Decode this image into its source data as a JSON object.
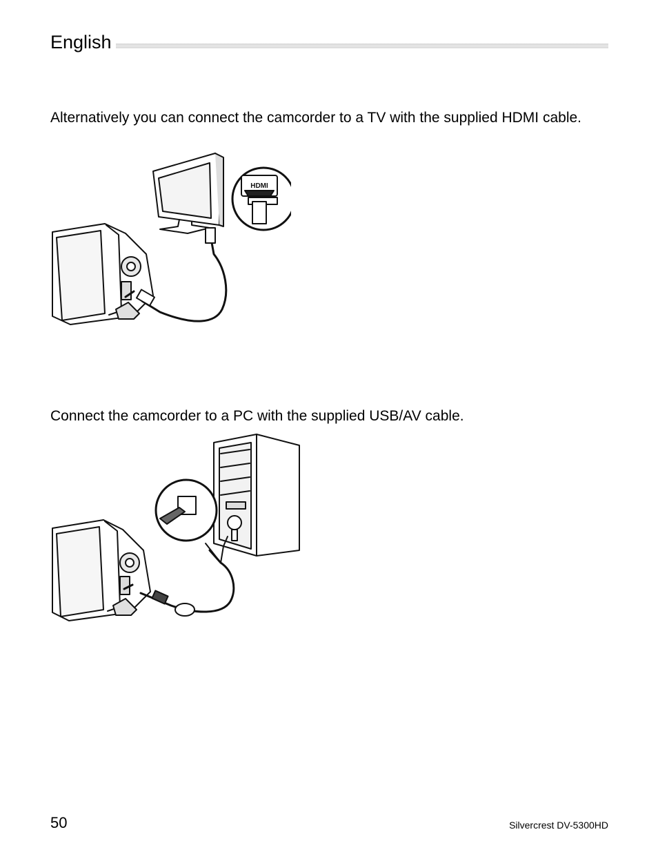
{
  "header": {
    "title": "English"
  },
  "sections": [
    {
      "text": "Alternatively you can connect the camcorder to a TV with the supplied HDMI cable.",
      "inset_label": "HDMI"
    },
    {
      "text": "Connect the camcorder to a PC with the supplied USB/AV cable."
    }
  ],
  "footer": {
    "page_number": "50",
    "model": "Silvercrest DV-5300HD"
  }
}
